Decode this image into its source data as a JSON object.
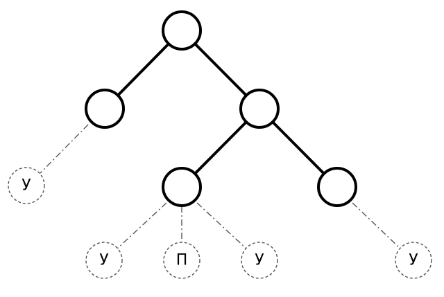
{
  "tree": {
    "root": {
      "label": "",
      "left": {
        "label": "",
        "left": {
          "label": "У",
          "leaf": true
        }
      },
      "right": {
        "label": "",
        "left": {
          "label": "",
          "left": {
            "label": "У",
            "leaf": true
          },
          "middle": {
            "label": "П",
            "leaf": true
          },
          "right": {
            "label": "У",
            "leaf": true
          }
        },
        "right": {
          "label": "",
          "right": {
            "label": "У",
            "leaf": true
          }
        }
      }
    }
  }
}
